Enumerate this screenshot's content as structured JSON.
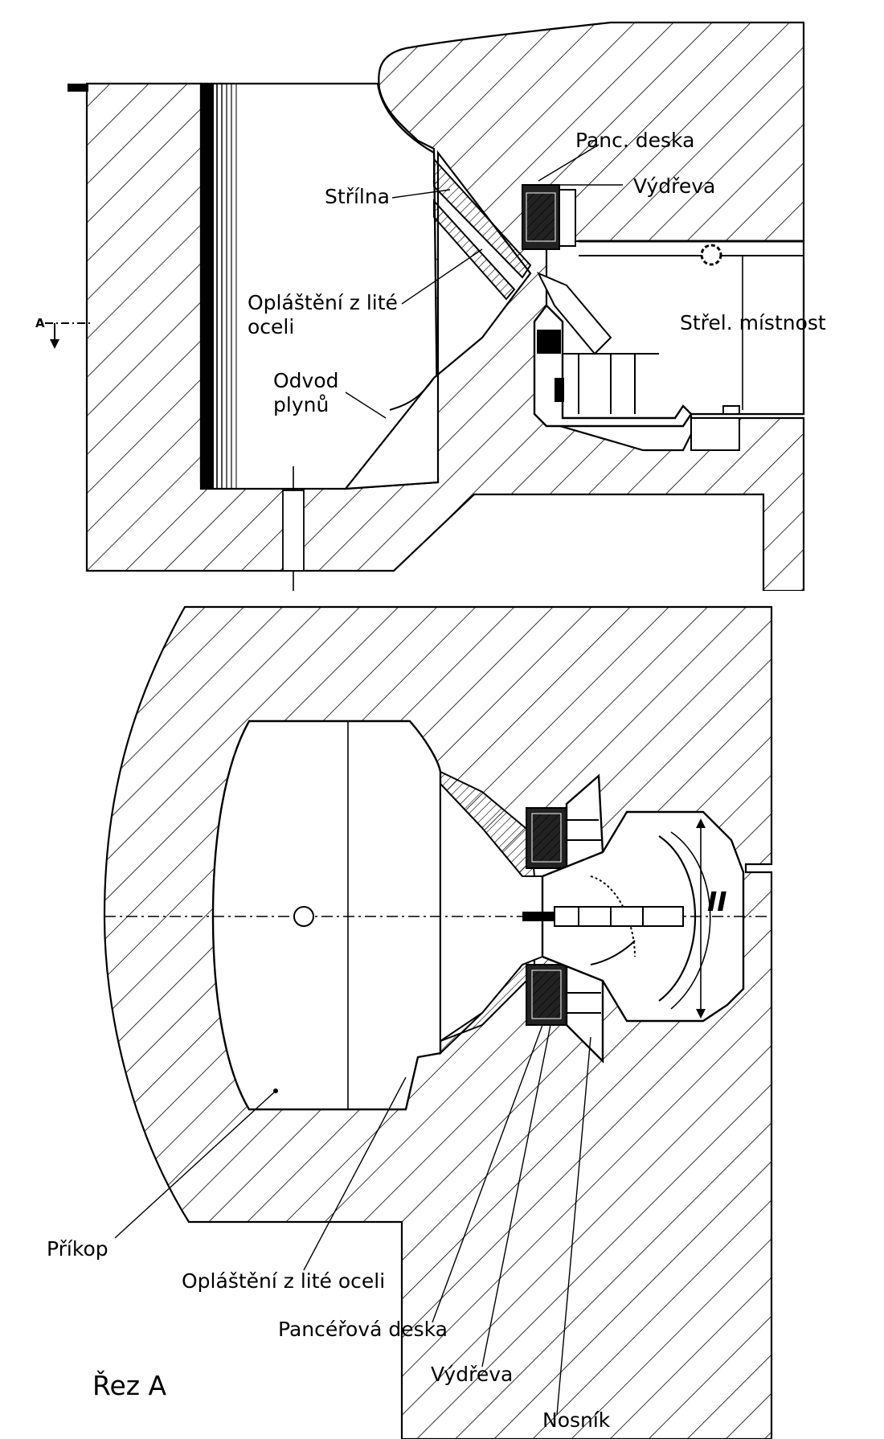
{
  "section_view": {
    "labels": {
      "panc_deska": "Panc. deska",
      "vydreva": "Výdřeva",
      "strilna": "Střílna",
      "oplasteni_line1": "Opláštění z lité",
      "oplasteni_line2": "oceli",
      "strel_mistnost": "Střel. místnost",
      "odvod_line1": "Odvod",
      "odvod_line2": "plynů"
    },
    "section_marker": "A"
  },
  "plan_view": {
    "labels": {
      "prikop": "Příkop",
      "oplasteni": "Opláštění z lité oceli",
      "pancerova_deska": "Pancéřová deska",
      "vydreva": "Výdřeva",
      "nosnik": "Nosník",
      "rez": "Řez A",
      "roman_numeral": "II"
    }
  }
}
